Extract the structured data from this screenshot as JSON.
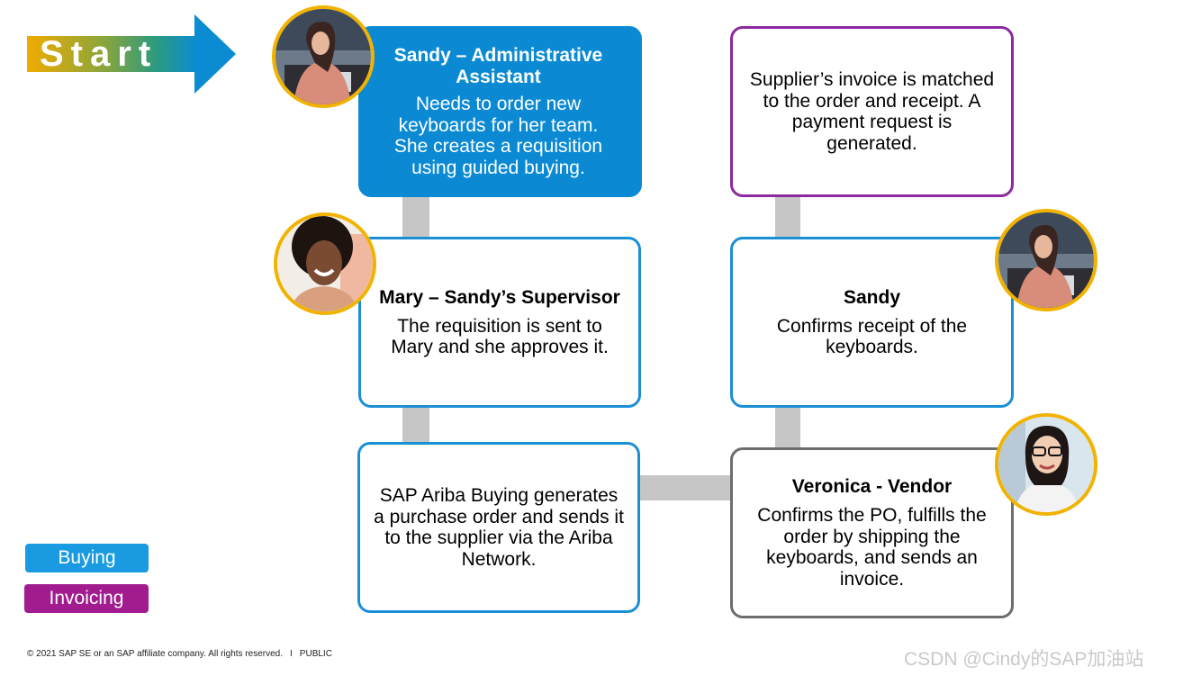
{
  "start": {
    "label": "Start"
  },
  "steps": {
    "sandy": {
      "title": "Sandy – Administrative Assistant",
      "body": "Needs to order new keyboards for her team. She creates a requisition using guided buying."
    },
    "mary": {
      "title": "Mary – Sandy’s Supervisor",
      "body": "The requisition is sent to Mary and she approves it."
    },
    "ariba": {
      "body": "SAP Ariba Buying generates a purchase order and sends it to the supplier via the Ariba Network."
    },
    "veronica": {
      "title": "Veronica - Vendor",
      "body": "Confirms the PO, fulfills the order by shipping the keyboards, and sends an invoice."
    },
    "receipt": {
      "title": "Sandy",
      "body": "Confirms receipt of the keyboards."
    },
    "invoice": {
      "body": "Supplier’s invoice is matched to the order and receipt. A payment request is generated."
    }
  },
  "legend": {
    "buying": "Buying",
    "invoicing": "Invoicing"
  },
  "footer": {
    "copyright": "© 2021 SAP SE or an SAP affiliate company. All rights reserved.",
    "separator": "I",
    "classification": "PUBLIC"
  },
  "watermark": "CSDN @Cindy的SAP加油站",
  "colors": {
    "buying": "#0b8ad3",
    "invoicing": "#8d2aa0",
    "vendor": "#6d6d6d",
    "connector": "#c6c6c6",
    "avatar_ring": "#f1b300"
  },
  "icons": {
    "sandy_avatar": "woman-drawing-photo",
    "mary_avatar": "smiling-woman-photo",
    "veronica_avatar": "woman-with-glasses-photo"
  }
}
